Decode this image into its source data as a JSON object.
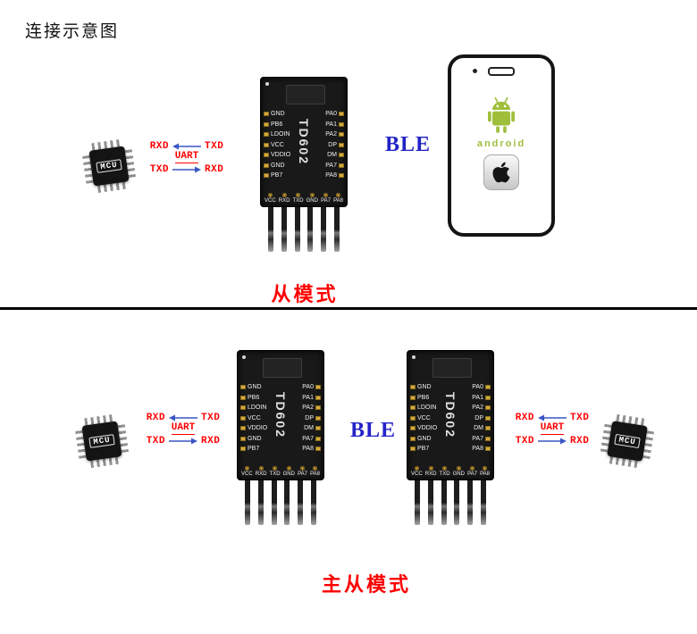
{
  "title": "连接示意图",
  "captions": {
    "slave": "从模式",
    "master_slave": "主从模式"
  },
  "ble_label": "BLE",
  "mcu": {
    "label": "MCU"
  },
  "uart": {
    "label": "UART",
    "left_top": "RXD",
    "right_top": "TXD",
    "left_bottom": "TXD",
    "right_bottom": "RXD"
  },
  "td602": {
    "name": "TD602",
    "left_pins": [
      "GND",
      "PB6",
      "LDOIN",
      "VCC",
      "VDDIO",
      "GND",
      "PB7"
    ],
    "right_pins": [
      "PA0",
      "PA1",
      "PA2",
      "DP",
      "DM",
      "PA7",
      "PA8"
    ],
    "bottom_pins": [
      "VCC",
      "RXD",
      "TXD",
      "GND",
      "PA7",
      "PA8"
    ]
  },
  "phone": {
    "android_text": "android",
    "android_icon": "android-robot-icon",
    "apple_icon": "apple-logo-icon"
  },
  "colors": {
    "accent_red": "#fe0000",
    "ble_blue": "#2323c8",
    "android_green": "#9fbf3b",
    "arrow_blue": "#3a57c4",
    "pad_gold": "#d4aa3c"
  }
}
